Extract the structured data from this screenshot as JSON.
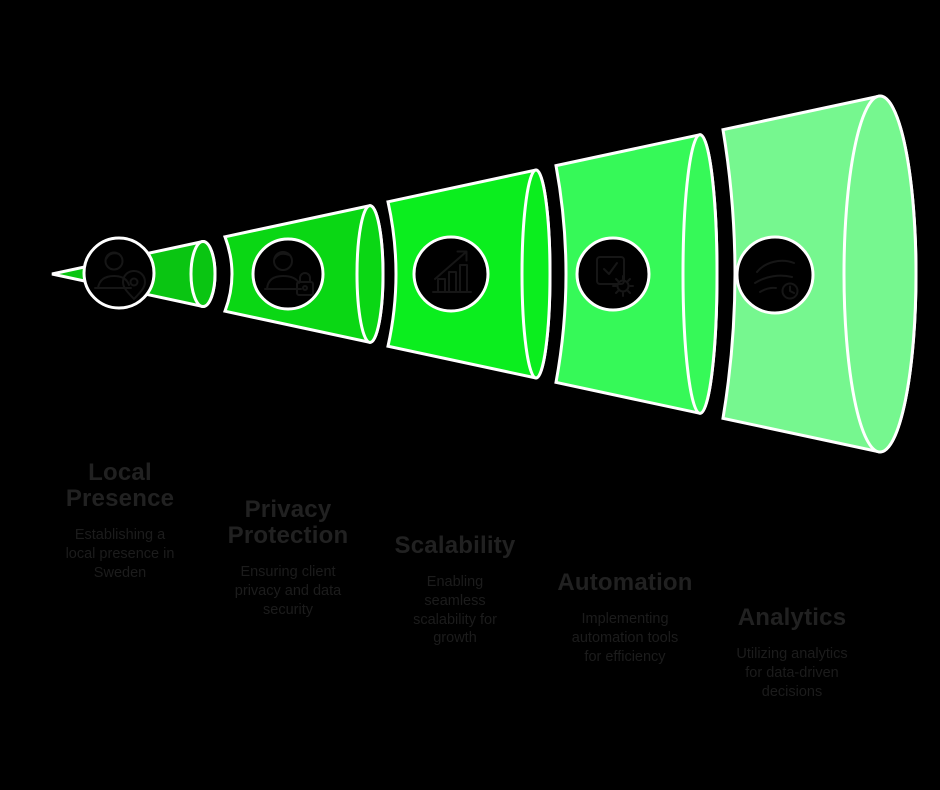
{
  "diagram": {
    "type": "horizontal-cone-funnel",
    "background_color": "#000000",
    "outline_color": "#ffffff",
    "icon_color": "#161616",
    "title_color": "#212121",
    "description_color": "#1c1c1c",
    "segment_colors": [
      "#0ac512",
      "#0ad714",
      "#0bee1e",
      "#36f958",
      "#76f78f"
    ]
  },
  "stages": [
    {
      "title": "Local Presence",
      "description": "Establishing a local presence in Sweden",
      "icon": "person-location-icon"
    },
    {
      "title": "Privacy Protection",
      "description": "Ensuring client privacy and data security",
      "icon": "person-lock-icon"
    },
    {
      "title": "Scalability",
      "description": "Enabling seamless scalability for growth",
      "icon": "growth-chart-icon"
    },
    {
      "title": "Automation",
      "description": "Implementing automation tools for efficiency",
      "icon": "checklist-gear-icon"
    },
    {
      "title": "Analytics",
      "description": "Utilizing analytics for data-driven decisions",
      "icon": "swoosh-clock-icon"
    }
  ]
}
